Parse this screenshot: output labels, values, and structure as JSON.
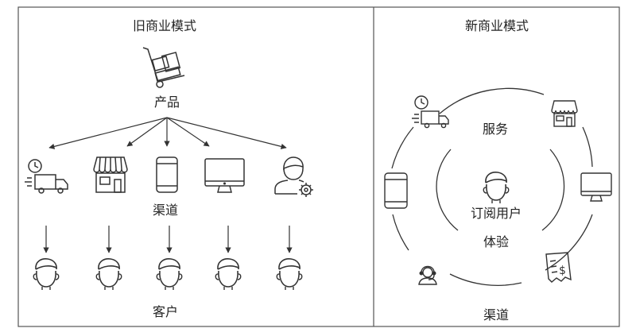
{
  "old_model": {
    "title": "旧商业模式",
    "product_label": "产品",
    "channel_label": "渠道",
    "customer_label": "客户",
    "icons": [
      "delivery-truck-icon",
      "storefront-icon",
      "smartphone-icon",
      "monitor-icon",
      "support-agent-icon"
    ]
  },
  "new_model": {
    "title": "新商业模式",
    "service_label": "服务",
    "subscriber_label": "订阅用户",
    "experience_label": "体验",
    "channel_label": "渠道",
    "icons": [
      "delivery-truck-icon",
      "storefront-icon",
      "monitor-icon",
      "invoice-icon",
      "headset-agent-icon",
      "smartphone-icon"
    ]
  },
  "colors": {
    "stroke": "#333333",
    "text": "#222222",
    "border": "#555555"
  }
}
